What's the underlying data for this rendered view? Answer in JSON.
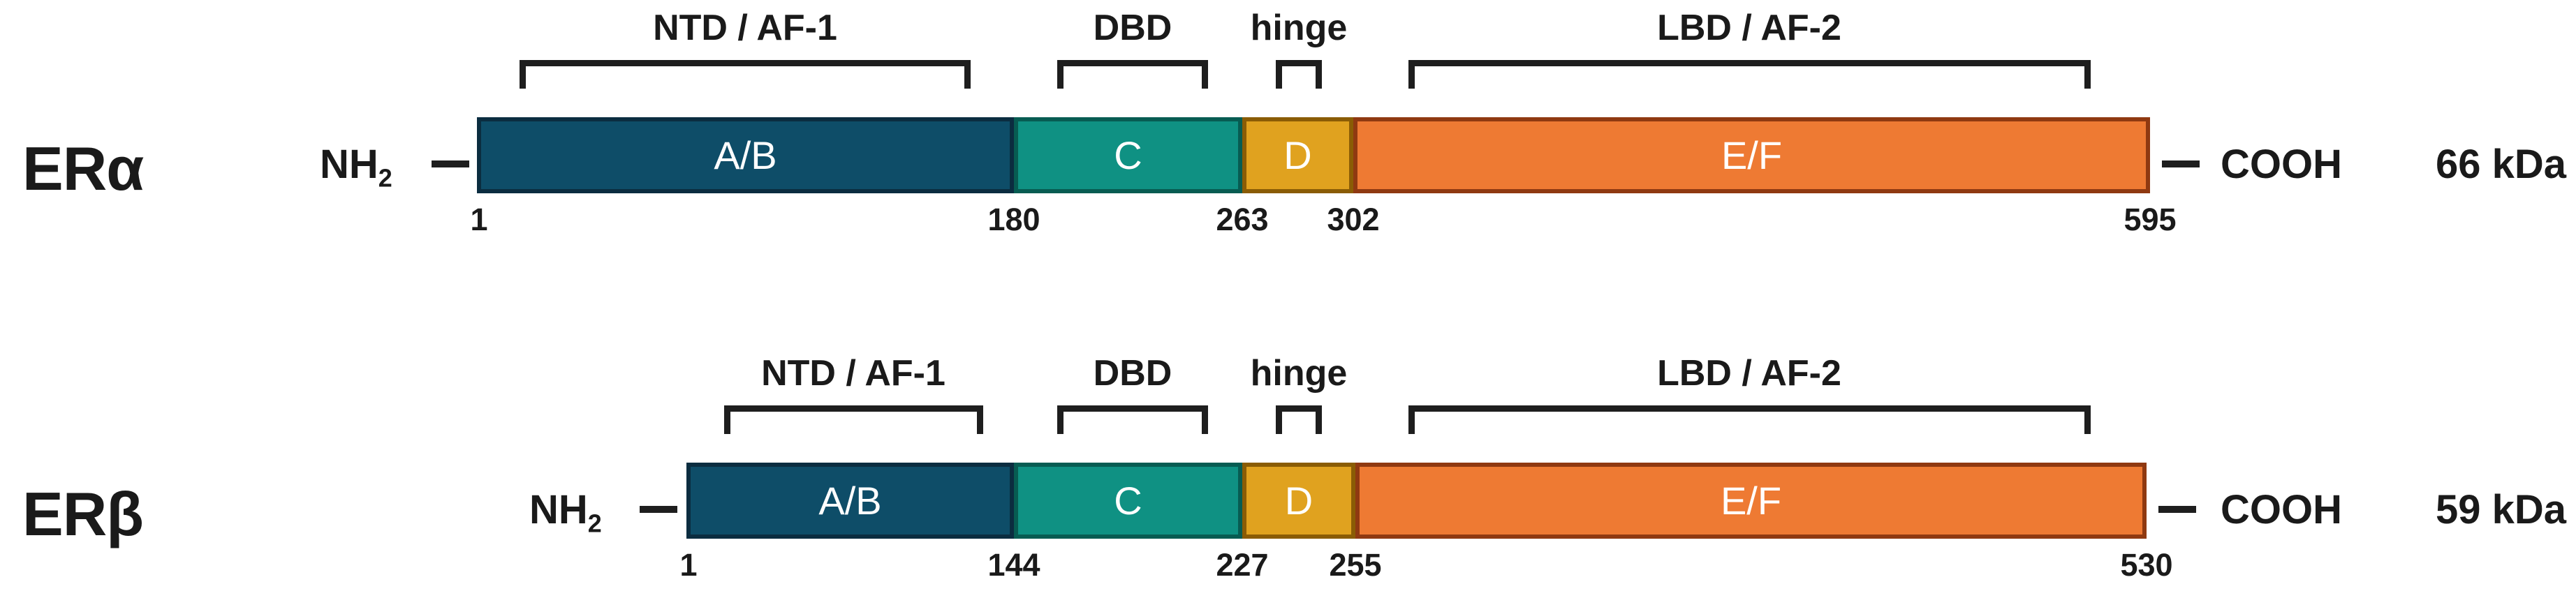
{
  "figure": {
    "type": "protein-domain-schematic",
    "description": "Domain organization of estrogen receptors ERα and ERβ",
    "text_color": "#1a1a1a",
    "background": "#ffffff"
  },
  "terminus": {
    "n_main": "NH",
    "n_sub": "2",
    "c": "COOH"
  },
  "rows": [
    {
      "name": "ERα",
      "weight": "66 kDa",
      "length": 595,
      "domains": [
        {
          "label": "A/B",
          "start": 1,
          "end": 180,
          "fill": "#0e4d68",
          "border": "#0b2d40",
          "region": "NTD / AF-1"
        },
        {
          "label": "C",
          "start": 180,
          "end": 263,
          "fill": "#0f9183",
          "border": "#075c52",
          "region": "DBD"
        },
        {
          "label": "D",
          "start": 263,
          "end": 302,
          "fill": "#e0a21f",
          "border": "#8a5c05",
          "region": "hinge"
        },
        {
          "label": "E/F",
          "start": 302,
          "end": 595,
          "fill": "#ee7a33",
          "border": "#8f3911",
          "region": "LBD / AF-2"
        }
      ],
      "boundaries": [
        "1",
        "180",
        "263",
        "302",
        "595"
      ],
      "brackets": [
        {
          "label": "NTD / AF-1"
        },
        {
          "label": "DBD"
        },
        {
          "label": "hinge"
        },
        {
          "label": "LBD / AF-2"
        }
      ]
    },
    {
      "name": "ERβ",
      "weight": "59 kDa",
      "length": 530,
      "domains": [
        {
          "label": "A/B",
          "start": 1,
          "end": 144,
          "fill": "#0e4d68",
          "border": "#0b2d40",
          "region": "NTD / AF-1"
        },
        {
          "label": "C",
          "start": 144,
          "end": 227,
          "fill": "#0f9183",
          "border": "#075c52",
          "region": "DBD"
        },
        {
          "label": "D",
          "start": 227,
          "end": 255,
          "fill": "#e0a21f",
          "border": "#8a5c05",
          "region": "hinge"
        },
        {
          "label": "E/F",
          "start": 255,
          "end": 530,
          "fill": "#ee7a33",
          "border": "#8f3911",
          "region": "LBD / AF-2"
        }
      ],
      "boundaries": [
        "1",
        "144",
        "227",
        "255",
        "530"
      ],
      "brackets": [
        {
          "label": "NTD / AF-1"
        },
        {
          "label": "DBD"
        },
        {
          "label": "hinge"
        },
        {
          "label": "LBD / AF-2"
        }
      ]
    }
  ]
}
